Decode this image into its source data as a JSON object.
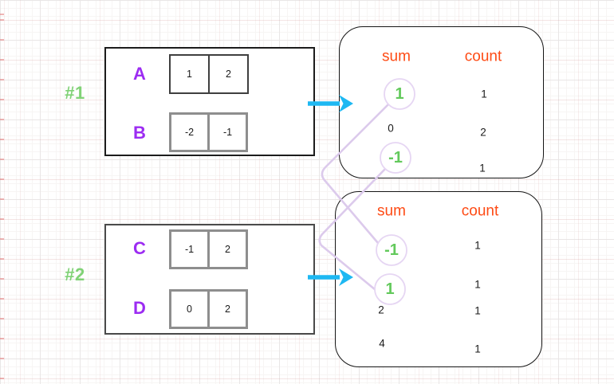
{
  "colors": {
    "green_label": "#80d276",
    "green_value": "#63c95c",
    "purple": "#9c2cf2",
    "orange": "#fe4b15",
    "cyan": "#1eb8f2",
    "lavender_line": "#dccaec",
    "lavender_circle": "#e6d6f3",
    "cell_border_dark": "#3f3f3f",
    "cell_border_gray": "#8e8e8e"
  },
  "examples": [
    {
      "id": "#1",
      "arrays": [
        {
          "name": "A",
          "values": [
            "1",
            "2"
          ]
        },
        {
          "name": "B",
          "values": [
            "-2",
            "-1"
          ]
        }
      ],
      "table": {
        "sum_header": "sum",
        "count_header": "count",
        "rows": [
          {
            "sum": "1",
            "count": "1",
            "circled": true
          },
          {
            "sum": "0",
            "count": "2",
            "circled": false
          },
          {
            "sum": "-1",
            "count": "1",
            "circled": true
          }
        ]
      }
    },
    {
      "id": "#2",
      "arrays": [
        {
          "name": "C",
          "values": [
            "-1",
            "2"
          ]
        },
        {
          "name": "D",
          "values": [
            "0",
            "2"
          ]
        }
      ],
      "table": {
        "sum_header": "sum",
        "count_header": "count",
        "rows": [
          {
            "sum": "-1",
            "count": "1",
            "circled": true
          },
          {
            "sum": "1",
            "count": "1",
            "circled": true
          },
          {
            "sum": "2",
            "count": "1",
            "circled": false
          },
          {
            "sum": "4",
            "count": "1",
            "circled": false
          }
        ]
      }
    }
  ],
  "connections": [
    {
      "from_example": "#1",
      "from_sum": "1",
      "to_example": "#2",
      "to_sum": "-1"
    },
    {
      "from_example": "#1",
      "from_sum": "-1",
      "to_example": "#2",
      "to_sum": "1"
    }
  ]
}
